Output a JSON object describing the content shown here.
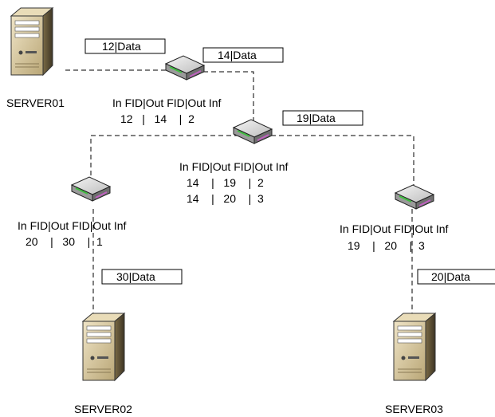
{
  "servers": {
    "s1": "SERVER01",
    "s2": "SERVER02",
    "s3": "SERVER03"
  },
  "packets": {
    "p12": "12|Data",
    "p14": "14|Data",
    "p19": "19|Data",
    "p30": "30|Data",
    "p20": "20|Data"
  },
  "tables": {
    "router_a": {
      "header": "In FID|Out FID|Out Inf",
      "rows": [
        "12   |   14    |  2"
      ]
    },
    "router_b": {
      "header": "In FID|Out FID|Out Inf",
      "rows": [
        "14    |   19    |  2",
        "14    |   20    |  3"
      ]
    },
    "router_c": {
      "header": "In FID|Out FID|Out Inf",
      "rows": [
        "20    |   30    |  1"
      ]
    },
    "router_d": {
      "header": "In FID|Out FID|Out Inf",
      "rows": [
        "19    |   20    |  3"
      ]
    }
  },
  "colors": {
    "server_body": "#d9c9a0",
    "server_dark": "#8a7a55",
    "router_body": "#c8c8c8",
    "router_accent_green": "#3fbf3f",
    "router_accent_pink": "#c060c0"
  }
}
